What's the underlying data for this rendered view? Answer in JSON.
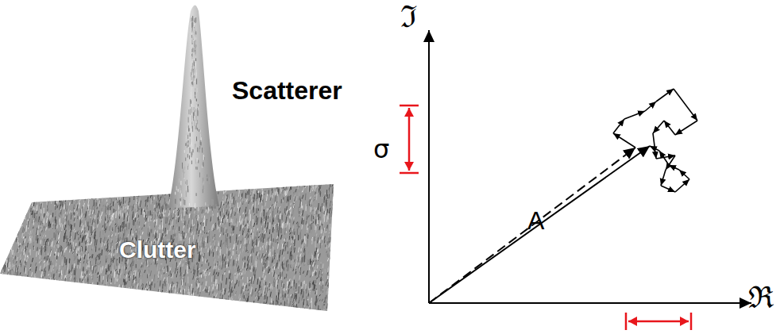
{
  "diagram": {
    "labels": [
      "Scatterer",
      "Clutter",
      "ℑ",
      "σ",
      "A",
      "ℜ"
    ]
  }
}
